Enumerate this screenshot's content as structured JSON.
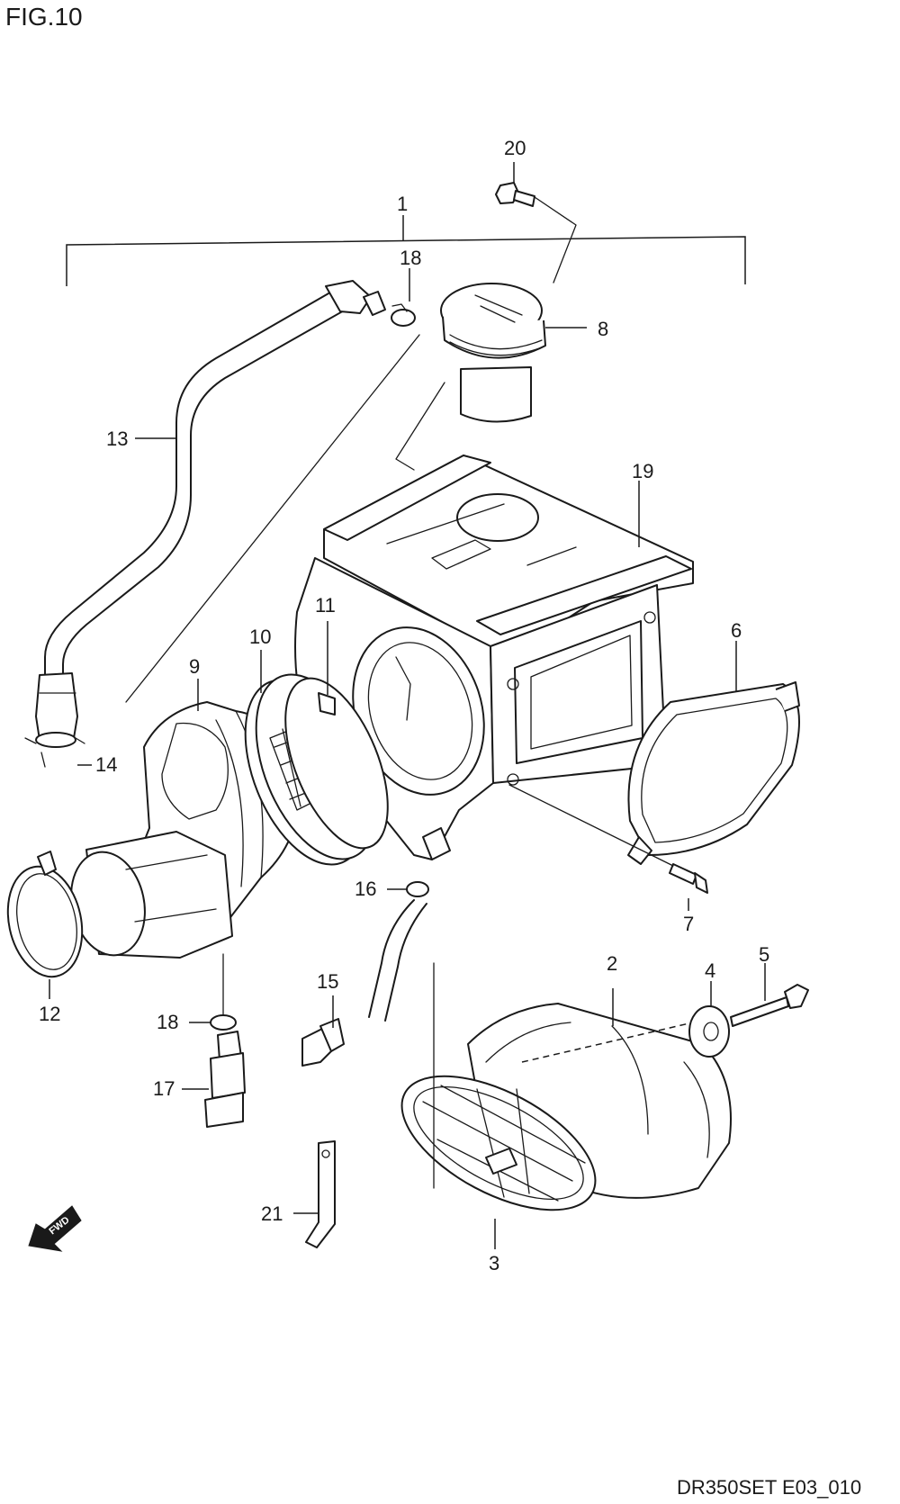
{
  "figure": {
    "title": "FIG.10",
    "code": "DR350SET E03_010"
  },
  "fwd_label": "FWD",
  "parts": {
    "p1": "1",
    "p2": "2",
    "p3": "3",
    "p4": "4",
    "p5": "5",
    "p6": "6",
    "p7": "7",
    "p8": "8",
    "p9": "9",
    "p10": "10",
    "p11": "11",
    "p12": "12",
    "p13": "13",
    "p14": "14",
    "p15": "15",
    "p16": "16",
    "p17": "17",
    "p18a": "18",
    "p18b": "18",
    "p19": "19",
    "p20": "20",
    "p21": "21"
  }
}
